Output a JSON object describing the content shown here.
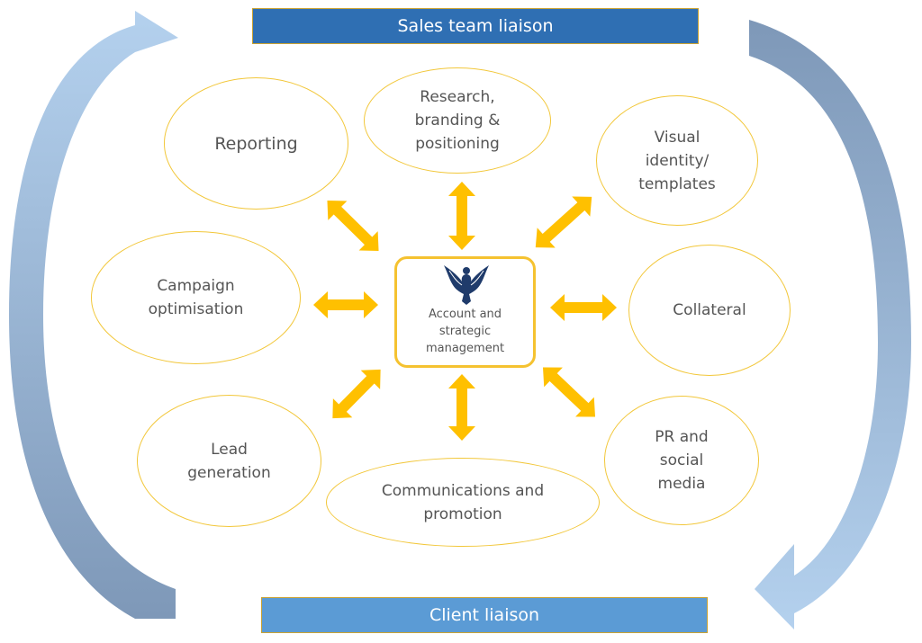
{
  "diagram": {
    "top_banner": "Sales team liaison",
    "bottom_banner": "Client liaison",
    "center_label": "Account and\nstrategic\nmanagement",
    "nodes": {
      "reporting": "Reporting",
      "research": "Research,\nbranding &\npositioning",
      "visual_identity": "Visual\nidentity/\ntemplates",
      "campaign": "Campaign\noptimisation",
      "collateral": "Collateral",
      "lead_generation": "Lead\ngeneration",
      "communications": "Communications and\npromotion",
      "pr_social": "PR and\nsocial\nmedia"
    }
  },
  "colors": {
    "top_banner": "#2f6fb3",
    "bottom_banner": "#5b9bd5",
    "node_border": "#f2c73a",
    "arrow": "#ffc000",
    "cycle_arrow_light": "#a7c6e8",
    "cycle_arrow_dark": "#7f9bbd",
    "logo": "#1f3b6b"
  },
  "icons": [
    "eagle-logo-icon",
    "double-headed-arrow-icon",
    "curved-cycle-arrow-icon"
  ]
}
